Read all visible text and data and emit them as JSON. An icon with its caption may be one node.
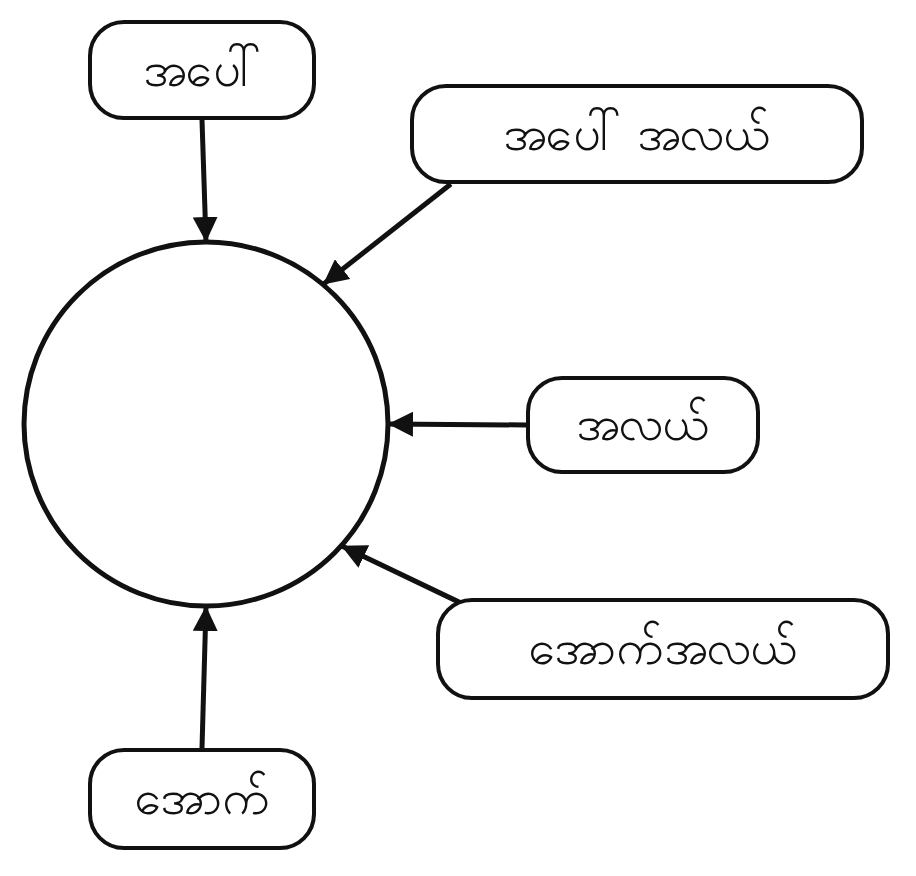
{
  "diagram": {
    "nodes": [
      {
        "text": [
          "အပေါ်"
        ]
      },
      {
        "text": [
          "အပေါ် အလယ်"
        ]
      },
      {
        "text": [],
        "shape": "circle"
      },
      {
        "text": [
          "အလယ်"
        ]
      },
      {
        "text": [
          "အောက်အလယ်"
        ]
      },
      {
        "text": [
          "အောက်"
        ]
      }
    ],
    "edges": [
      {
        "from": 0,
        "to": 2,
        "arrow": "to"
      },
      {
        "from": 1,
        "to": 2,
        "arrow": "to"
      },
      {
        "from": 3,
        "to": 2,
        "arrow": "to"
      },
      {
        "from": 4,
        "to": 2,
        "arrow": "to"
      },
      {
        "from": 5,
        "to": 2,
        "arrow": "to"
      }
    ]
  }
}
